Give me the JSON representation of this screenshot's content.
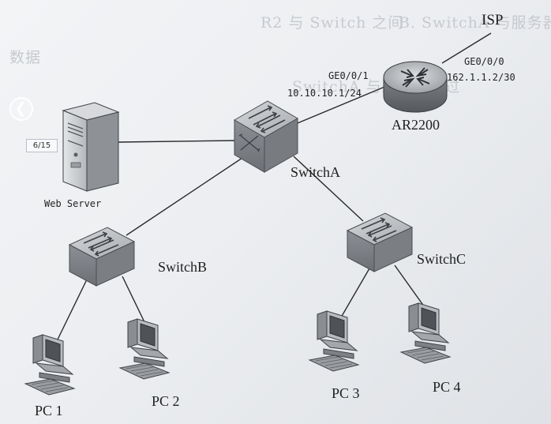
{
  "viewer": {
    "page_indicator": "6/15",
    "prev_icon": "chevron-left-icon"
  },
  "background_text": [
    "R2 与 Switch 之间",
    "B. SwitchA 与服务器",
    "数据",
    "SwitchA 与服务器通过"
  ],
  "diagram": {
    "isp_label": "ISP",
    "router": {
      "name": "AR2200",
      "wan_interface": "GE0/0/0",
      "wan_ip": "162.1.1.2/30",
      "lan_interface": "GE0/0/1",
      "lan_ip": "10.10.10.1/24"
    },
    "core_switch": "SwitchA",
    "server": "Web Server",
    "access_switches": [
      "SwitchB",
      "SwitchC"
    ],
    "pcs": [
      "PC 1",
      "PC 2",
      "PC 3",
      "PC 4"
    ]
  },
  "colors": {
    "device_body": "#8f9398",
    "device_dark": "#5f6368",
    "device_light": "#c4c7cb",
    "line": "#2a2a2a"
  }
}
